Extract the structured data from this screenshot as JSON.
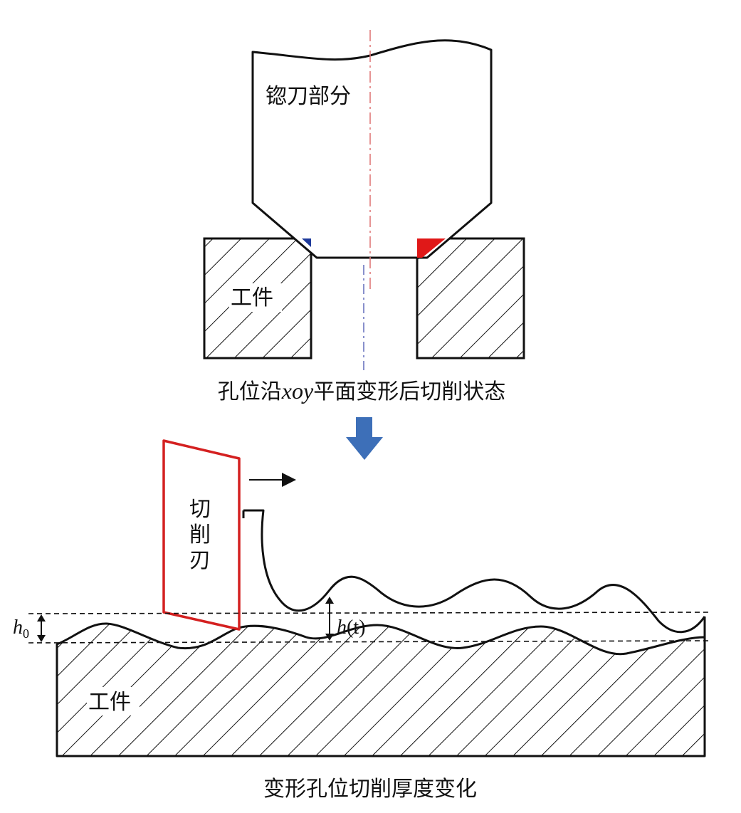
{
  "top_diagram": {
    "tool_label": "锪刀部分",
    "workpiece_label": "工件",
    "caption": "孔位沿xoy平面变形后切削状态",
    "caption_parts": {
      "pre": "孔位沿",
      "italic": "xoy",
      "post": "平面变形后切削状态"
    }
  },
  "bottom_diagram": {
    "blade_label_chars": [
      "切",
      "削",
      "刃"
    ],
    "workpiece_label": "工件",
    "h0_symbol": "h",
    "h0_subscript": "0",
    "ht_symbol": "h",
    "ht_arg": "(t)",
    "caption": "变形孔位切削厚度变化"
  },
  "colors": {
    "outline": "#111111",
    "blade": "#d42020",
    "red_fill": "#e01818",
    "blue_fill": "#1e3a9a",
    "axis_red": "#e07a7a",
    "axis_blue": "#6a74c0",
    "arrow_blue": "#3d6fb8"
  }
}
